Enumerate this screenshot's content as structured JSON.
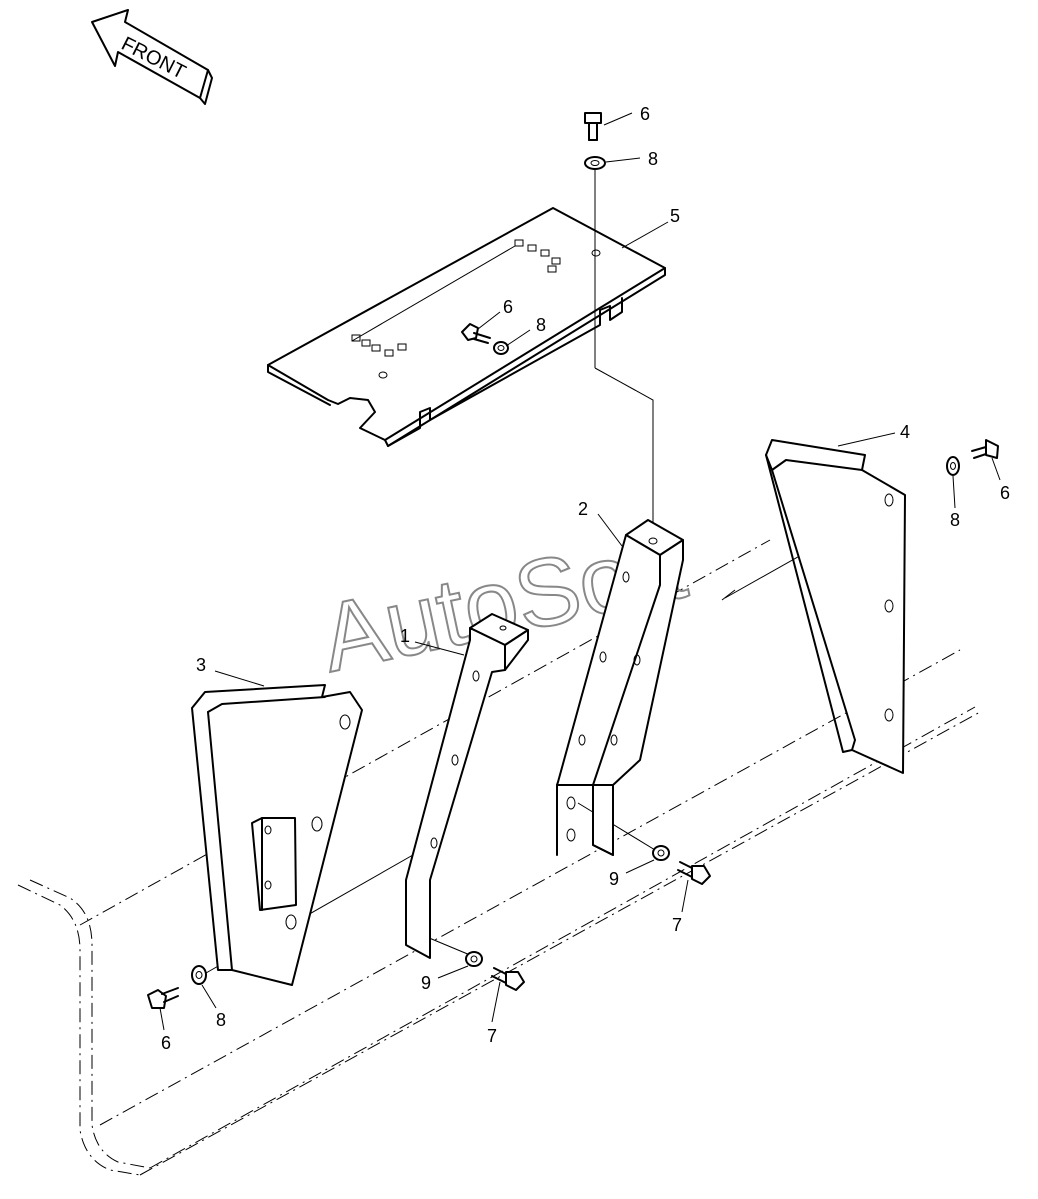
{
  "direction_label": "FRONT",
  "watermark": "AutoSoft",
  "callouts": {
    "part1": "1",
    "part2": "2",
    "part3": "3",
    "part4": "4",
    "part5": "5",
    "bolt_top": "6",
    "washer_top": "8",
    "bolt_panel": "6",
    "washer_panel": "8",
    "washer_right": "8",
    "bolt_right": "6",
    "washer_left": "8",
    "bolt_left": "6",
    "washer_mid": "9",
    "bolt_mid": "7",
    "washer_lower_right": "9",
    "bolt_lower_right": "7"
  }
}
